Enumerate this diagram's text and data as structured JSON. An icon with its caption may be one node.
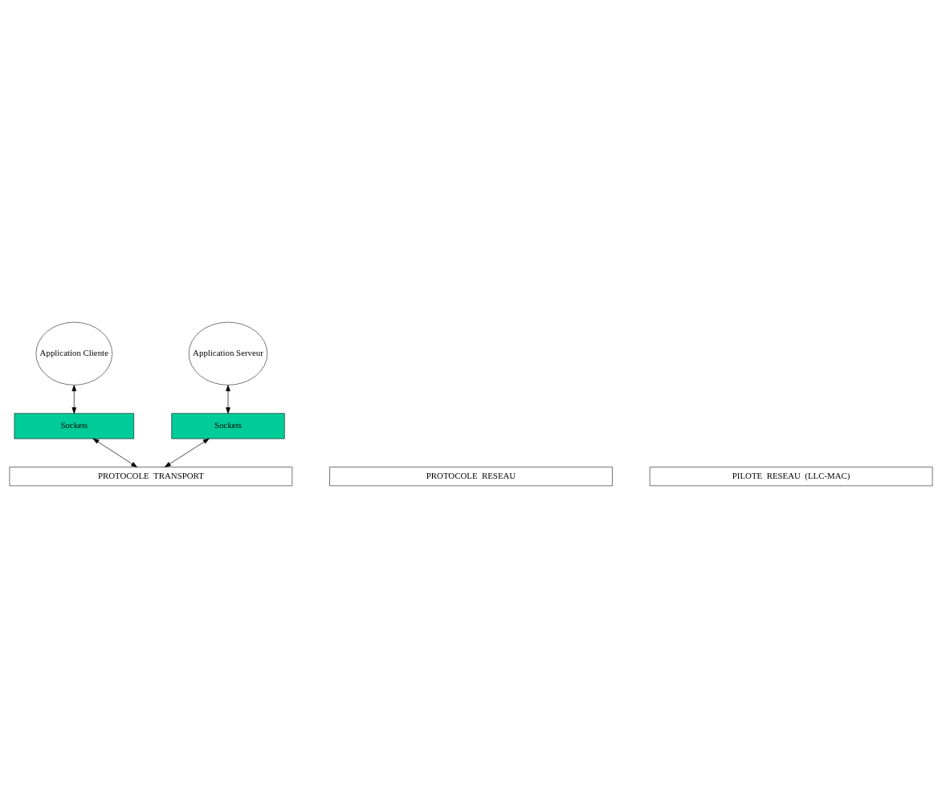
{
  "diagram": {
    "nodes": [
      {
        "text": [
          "Application Cliente"
        ]
      },
      {
        "text": [
          "Application Serveur"
        ]
      },
      {
        "text": [
          "Sockets"
        ]
      },
      {
        "text": [
          "Sockets"
        ]
      },
      {
        "text": [
          "PROTOCOLE  TRANSPORT"
        ]
      },
      {
        "text": [
          "PROTOCOLE  RESEAU"
        ]
      },
      {
        "text": [
          "PILOTE  RESEAU  (LLC-MAC)"
        ]
      }
    ],
    "edges": [
      {
        "from": 0,
        "to": 2,
        "arrow": "both"
      },
      {
        "from": 1,
        "to": 3,
        "arrow": "both"
      },
      {
        "from": 2,
        "to": 4,
        "arrow": "both"
      },
      {
        "from": 3,
        "to": 4,
        "arrow": "both"
      }
    ]
  }
}
